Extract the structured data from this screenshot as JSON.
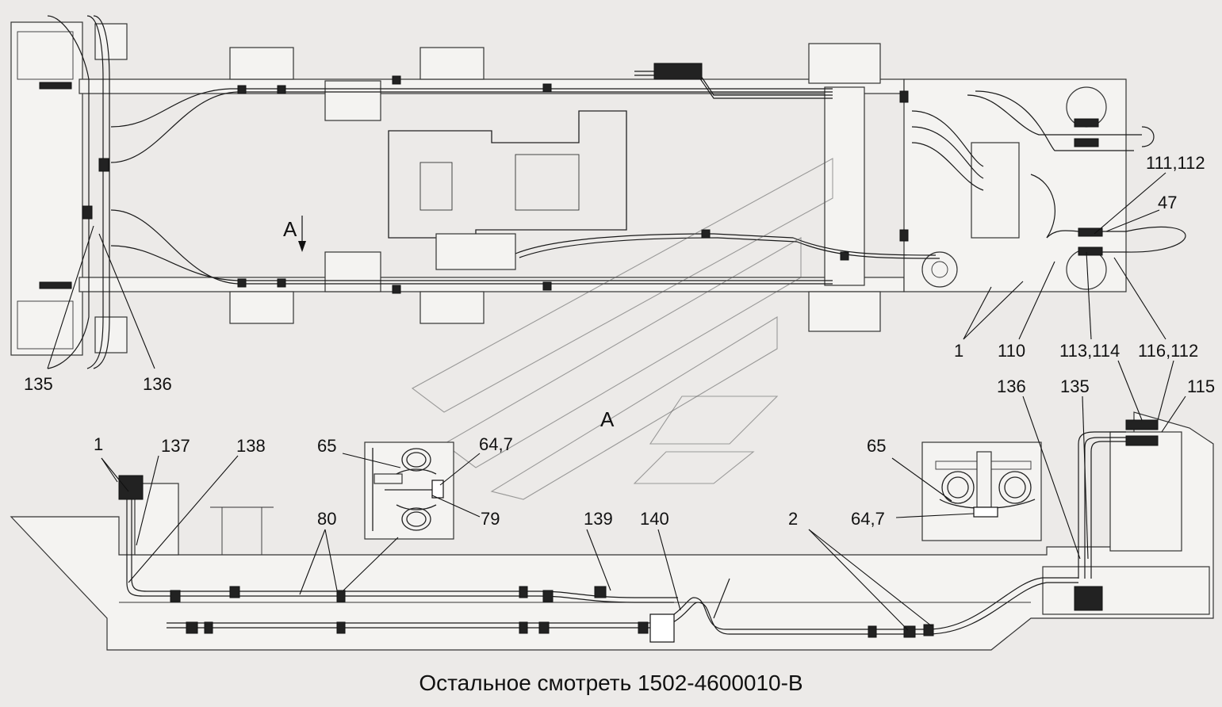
{
  "top_view": {
    "view_marker": "А",
    "callouts": {
      "c135": "135",
      "c136": "136",
      "c1": "1",
      "c110": "110",
      "c113_114": "113,114",
      "c116_112": "116,112",
      "c111_112": "111,112",
      "c47": "47"
    }
  },
  "section_view": {
    "title": "А",
    "callouts": {
      "c1": "1",
      "c137": "137",
      "c138": "138",
      "c65_left": "65",
      "c64_7_left": "64,7",
      "c79": "79",
      "c80": "80",
      "c139": "139",
      "c140": "140",
      "c2": "2",
      "c65_right": "65",
      "c64_7_right": "64,7",
      "c136": "136",
      "c135": "135",
      "c115": "115"
    }
  },
  "footer": {
    "note": "Остальное смотреть 1502-4600010-В"
  }
}
